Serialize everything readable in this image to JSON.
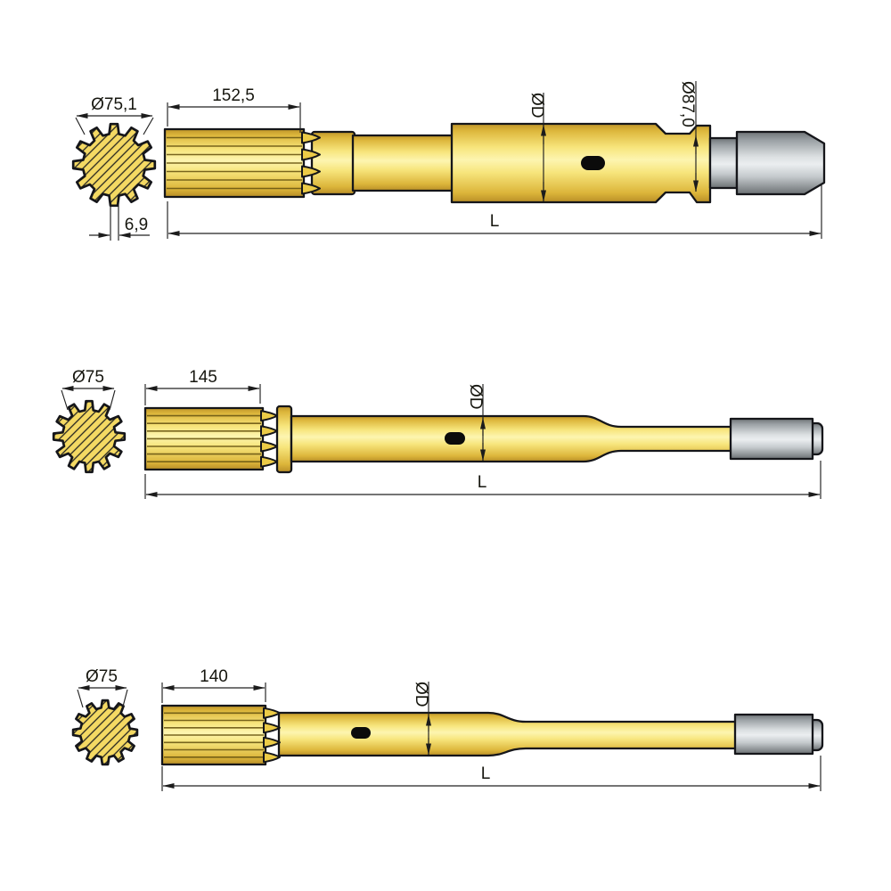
{
  "colors": {
    "part_yellow_light": "#FDF5B0",
    "part_yellow_mid": "#F1D44F",
    "part_yellow_dark": "#BE9429",
    "striker_gray_light": "#EBEEF0",
    "striker_gray_dark": "#6E7376",
    "outline": "#15161a",
    "dimension_line": "#202020",
    "hole": "#0b0b0b"
  },
  "drawings": [
    {
      "id": "shank-adapter-1",
      "cross_section": {
        "diameter_label": "Ø75,1",
        "spline_width_label": "6,9"
      },
      "dimensions": {
        "spline_length": "152,5",
        "body_diameter": "ØD",
        "striker_end_diameter": "Ø87,0",
        "total_length": "L"
      }
    },
    {
      "id": "shank-adapter-2",
      "cross_section": {
        "diameter_label": "Ø75"
      },
      "dimensions": {
        "spline_length": "145",
        "body_diameter": "ØD",
        "total_length": "L"
      }
    },
    {
      "id": "shank-adapter-3",
      "cross_section": {
        "diameter_label": "Ø75"
      },
      "dimensions": {
        "spline_length": "140",
        "body_diameter": "ØD",
        "total_length": "L"
      }
    }
  ]
}
